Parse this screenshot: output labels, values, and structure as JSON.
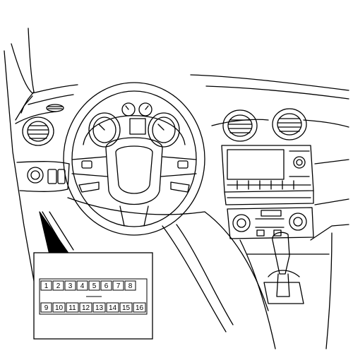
{
  "connector": {
    "top_row": [
      "1",
      "2",
      "3",
      "4",
      "5",
      "6",
      "7",
      "8"
    ],
    "bottom_row": [
      "9",
      "10",
      "11",
      "12",
      "13",
      "14",
      "15",
      "16"
    ]
  },
  "colors": {
    "line": "#000000",
    "background": "#ffffff"
  }
}
